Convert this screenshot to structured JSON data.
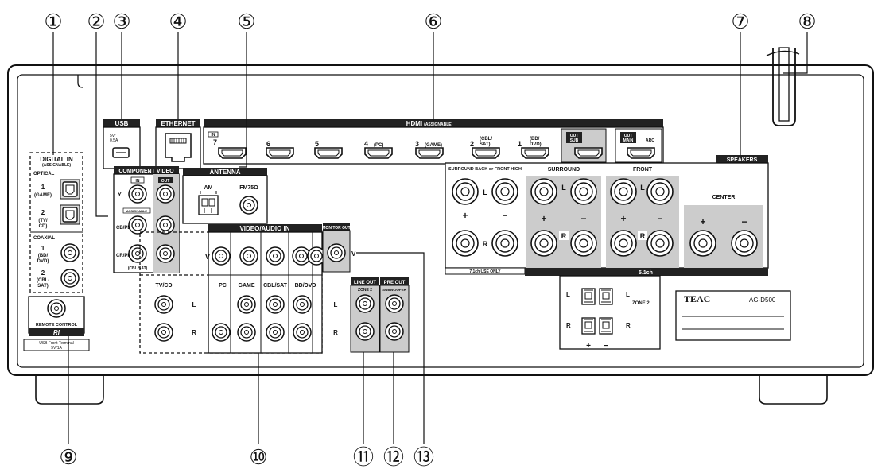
{
  "callouts": [
    "①",
    "②",
    "③",
    "④",
    "⑤",
    "⑥",
    "⑦",
    "⑧",
    "⑨",
    "⑩",
    "⑪",
    "⑫",
    "⑬"
  ],
  "digital_in": {
    "title": "DIGITAL IN",
    "sub": "(ASSIGNABLE)",
    "optical": "OPTICAL",
    "opt1": "1",
    "opt1_sub": "(GAME)",
    "opt2": "2",
    "opt2_sub1": "(TV/",
    "opt2_sub2": "CD)",
    "coaxial": "COAXIAL",
    "cx1": "1",
    "cx1_sub1": "(BD/",
    "cx1_sub2": "DVD)",
    "cx2": "2",
    "cx2_sub1": "(CBL/",
    "cx2_sub2": "SAT)"
  },
  "component": {
    "title": "COMPONENT VIDEO",
    "in": "IN",
    "out": "OUT",
    "y": "Y",
    "assignable": "ASSIGNABLE",
    "cb": "CB/PB",
    "cr": "CR/PR",
    "src": "(CBL/SAT)"
  },
  "usb": {
    "title": "USB",
    "rating1": "5V/",
    "rating2": "0.5A"
  },
  "ethernet": {
    "title": "ETHERNET"
  },
  "antenna": {
    "title": "ANTENNA",
    "am": "AM",
    "fm": "FM75Ω"
  },
  "hdmi": {
    "title": "HDMI",
    "assignable": "(ASSIGNABLE)",
    "in": "IN",
    "ports": [
      {
        "num": "7",
        "label": ""
      },
      {
        "num": "6",
        "label": ""
      },
      {
        "num": "5",
        "label": ""
      },
      {
        "num": "4",
        "label": "(PC)"
      },
      {
        "num": "3",
        "label": "(GAME)"
      },
      {
        "num": "2",
        "label": "(CBL/",
        "label2": "SAT)"
      },
      {
        "num": "1",
        "label": "(BD/",
        "label2": "DVD)"
      }
    ],
    "out_sub1": "OUT",
    "out_sub2": "SUB",
    "out_main1": "OUT",
    "out_main2": "MAIN",
    "arc": "ARC"
  },
  "speakers": {
    "title": "SPEAKERS",
    "surround_back": "SURROUND BACK or FRONT HIGH",
    "surround": "SURROUND",
    "front": "FRONT",
    "center": "CENTER",
    "l": "L",
    "r": "R",
    "plus": "+",
    "minus": "−",
    "only7": "7.1ch USE ONLY",
    "ch51": "5.1ch",
    "zone2": "ZONE 2"
  },
  "video_audio": {
    "title": "VIDEO/AUDIO IN",
    "v": "V",
    "l": "L",
    "r": "R",
    "inputs": [
      "TV/CD",
      "PC",
      "GAME",
      "CBL/SAT",
      "BD/DVD"
    ]
  },
  "monitor": {
    "title": "MONITOR OUT",
    "v": "V"
  },
  "line_out": {
    "title": "LINE OUT",
    "sub": "ZONE 2"
  },
  "pre_out": {
    "title": "PRE OUT",
    "sub": "SUBWOOFER"
  },
  "remote": {
    "title": "REMOTE CONTROL",
    "logo": "RI"
  },
  "usb_front": {
    "line1": "USB Front Terminal",
    "line2": "5V/1A"
  },
  "label": {
    "brand": "TEAC",
    "model": "AG-D500"
  }
}
